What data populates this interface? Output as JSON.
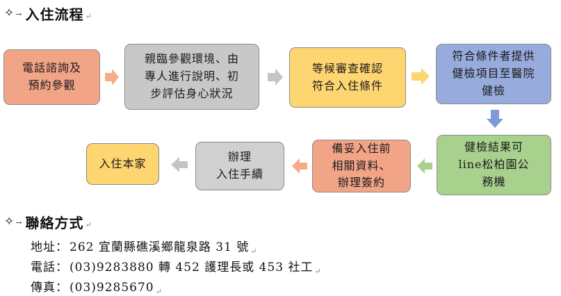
{
  "process": {
    "heading": "入住流程",
    "steps": [
      {
        "text": "電話諮詢及\n預約參觀",
        "color": "#f2a487"
      },
      {
        "text": "親臨參觀環境、由\n專人進行說明、初\n步評估身心狀況",
        "color": "#c8c8c8"
      },
      {
        "text": "等候審查確認\n符合入住條件",
        "color": "#fdd571"
      },
      {
        "text": "符合條件者提供\n健檢項目至醫院\n健檢",
        "color": "#97abdc"
      },
      {
        "text": "健檢結果可\nline松柏園公\n務機",
        "color": "#a9d18e"
      },
      {
        "text": "備妥入住前\n相關資料、\n辦理簽約",
        "color": "#f2a487"
      },
      {
        "text": "辦理\n入住手續",
        "color": "#d0d0d0"
      },
      {
        "text": "入住本家",
        "color": "#fdd571"
      }
    ],
    "arrow_colors": {
      "orange": "#f4ad86",
      "gray": "#c4c4c4",
      "yellow": "#fdd571",
      "blue": "#7d9bd6",
      "green": "#a9d18e"
    }
  },
  "contact": {
    "heading": "聯絡方式",
    "lines": [
      {
        "label": "地址：",
        "value": "262 宜蘭縣礁溪鄉龍泉路 31 號"
      },
      {
        "label": "電話：",
        "value": "(03)9283880 轉 452 護理長或 453 社工"
      },
      {
        "label": "傳真：",
        "value": "(03)9285670"
      }
    ]
  },
  "icons": {
    "heading_bullet": "four-point-star-icon",
    "heading_arrow": "small-right-arrow-icon",
    "paragraph_mark": "paragraph-mark-icon"
  }
}
